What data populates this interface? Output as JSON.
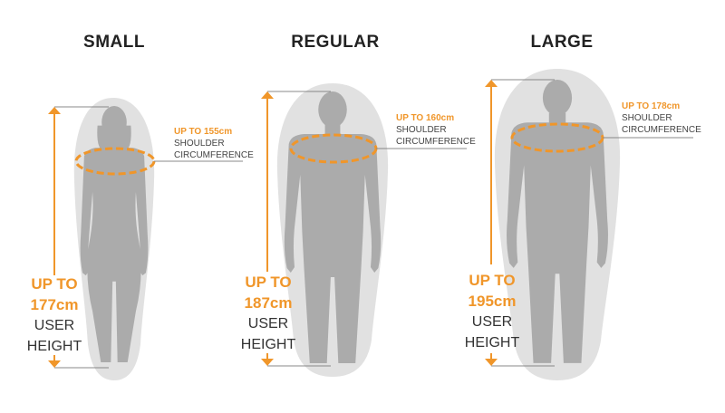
{
  "sizes": [
    {
      "title": "SMALL",
      "height_value": "UP TO",
      "height_value2": "177cm",
      "height_text1": "USER",
      "height_text2": "HEIGHT",
      "shoulder_value": "UP TO 155cm",
      "shoulder_text1": "SHOULDER",
      "shoulder_text2": "CIRCUMFERENCE"
    },
    {
      "title": "REGULAR",
      "height_value": "UP TO",
      "height_value2": "187cm",
      "height_text1": "USER",
      "height_text2": "HEIGHT",
      "shoulder_value": "UP TO 160cm",
      "shoulder_text1": "SHOULDER",
      "shoulder_text2": "CIRCUMFERENCE"
    },
    {
      "title": "LARGE",
      "height_value": "UP TO",
      "height_value2": "195cm",
      "height_text1": "USER",
      "height_text2": "HEIGHT",
      "shoulder_value": "UP TO 178cm",
      "shoulder_text1": "SHOULDER",
      "shoulder_text2": "CIRCUMFERENCE"
    }
  ],
  "colors": {
    "accent": "#f0962a",
    "bag": "#e1e1e1",
    "figure": "#aaaaaa",
    "text": "#222222"
  }
}
